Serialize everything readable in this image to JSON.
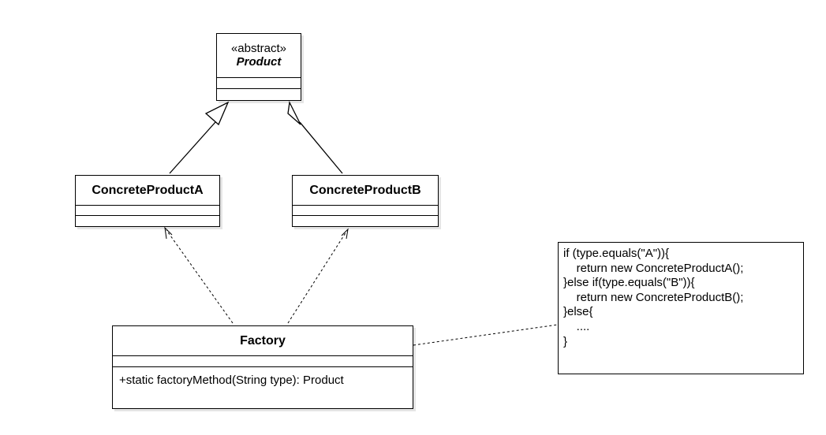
{
  "diagram": {
    "product": {
      "stereotype": "«abstract»",
      "name": "Product"
    },
    "concrete_a": {
      "name": "ConcreteProductA"
    },
    "concrete_b": {
      "name": "ConcreteProductB"
    },
    "factory": {
      "name": "Factory",
      "operation": "+static factoryMethod(String type): Product"
    },
    "note": {
      "lines": [
        "if (type.equals(\"A\")){",
        "    return new ConcreteProductA();",
        "}else if(type.equals(\"B\")){",
        "    return new ConcreteProductB();",
        "}else{",
        "    ....",
        "}"
      ]
    }
  }
}
